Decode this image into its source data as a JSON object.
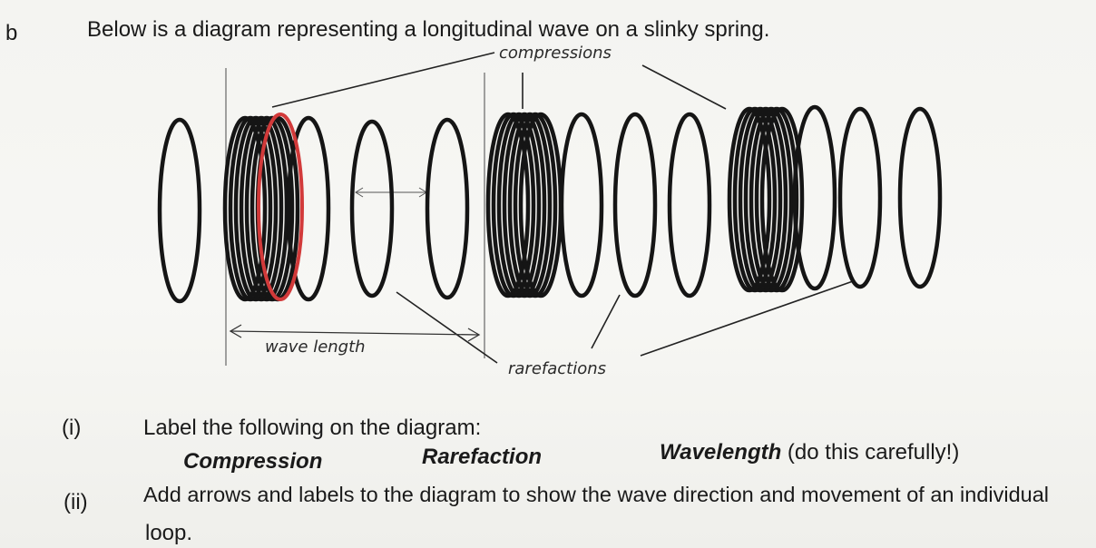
{
  "question": {
    "letter": "b",
    "intro": "Below is a diagram representing a longitudinal wave on a slinky spring."
  },
  "annotations": {
    "compressions": "compressions",
    "rarefactions": "rarefactions",
    "wavelength": "wave length"
  },
  "part_i": {
    "number": "(i)",
    "instruction": "Label the following on the diagram:",
    "term_compression": "Compression",
    "term_rarefaction": "Rarefaction",
    "term_wavelength": "Wavelength",
    "term_wavelength_note": "(do this carefully!)"
  },
  "part_ii": {
    "number": "(ii)",
    "instruction_line1": "Add arrows and labels to the diagram to show the wave direction and movement of an individual",
    "instruction_line2": "loop."
  },
  "colors": {
    "ink": "#1a1a1a",
    "highlight_loop": "#d23a3a",
    "pencil": "#555555"
  }
}
